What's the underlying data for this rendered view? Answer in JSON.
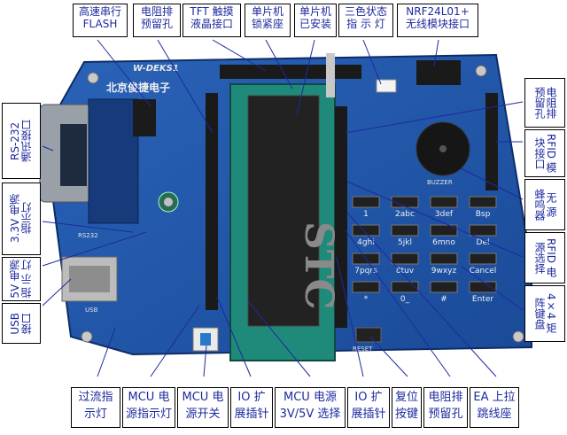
{
  "board": {
    "silk_title": "北京俊捷电子",
    "silk_model": "W-DEKS1",
    "chip_mark": "STC",
    "silk_rs232": "RS232",
    "silk_usb": "USB",
    "silk_buzzer": "BUZZER",
    "silk_reset": "RESET",
    "keys": [
      [
        "1",
        "2abc",
        "3def",
        "Bsp"
      ],
      [
        "4ghi",
        "5jkl",
        "6mno",
        "Del"
      ],
      [
        "7pqrs",
        "8tuv",
        "9wxyz",
        "Cancel"
      ],
      [
        "*",
        "0_",
        "#",
        "Enter"
      ]
    ]
  },
  "callouts_top": [
    {
      "text": "高速串行\nFLASH"
    },
    {
      "text": "电阻排\n预留孔"
    },
    {
      "text": "TFT 触摸\n液晶接口"
    },
    {
      "text": "单片机\n锁紧座"
    },
    {
      "text": "单片机\n已安装"
    },
    {
      "text": "三色状态\n指 示 灯"
    },
    {
      "text": "NRF24L01+\n无线模块接口"
    }
  ],
  "callouts_left": [
    {
      "text": "RS-232\n通讯接口"
    },
    {
      "text": "3.3V 电源\n指示灯"
    },
    {
      "text": "5V 电源\n指 示 灯"
    },
    {
      "text": "USB\n接口"
    }
  ],
  "callouts_right": [
    {
      "text": "电阻排\n预留孔"
    },
    {
      "text": "RFID 模\n块接口"
    },
    {
      "text": "无 源\n蜂鸣器"
    },
    {
      "text": "RFID 电\n源选择"
    },
    {
      "text": "4×4 矩\n阵键盘"
    }
  ],
  "callouts_bottom": [
    {
      "text": "过流指\n示灯"
    },
    {
      "text": "MCU 电\n源指示灯"
    },
    {
      "text": "MCU 电\n源开关"
    },
    {
      "text": "IO 扩\n展插针"
    },
    {
      "text": "MCU 电源\n3V/5V 选择"
    },
    {
      "text": "IO 扩\n展插针"
    },
    {
      "text": "复位\n按键"
    },
    {
      "text": "电阻排\n预留孔"
    },
    {
      "text": "EA 上拉\n跳线座"
    }
  ]
}
